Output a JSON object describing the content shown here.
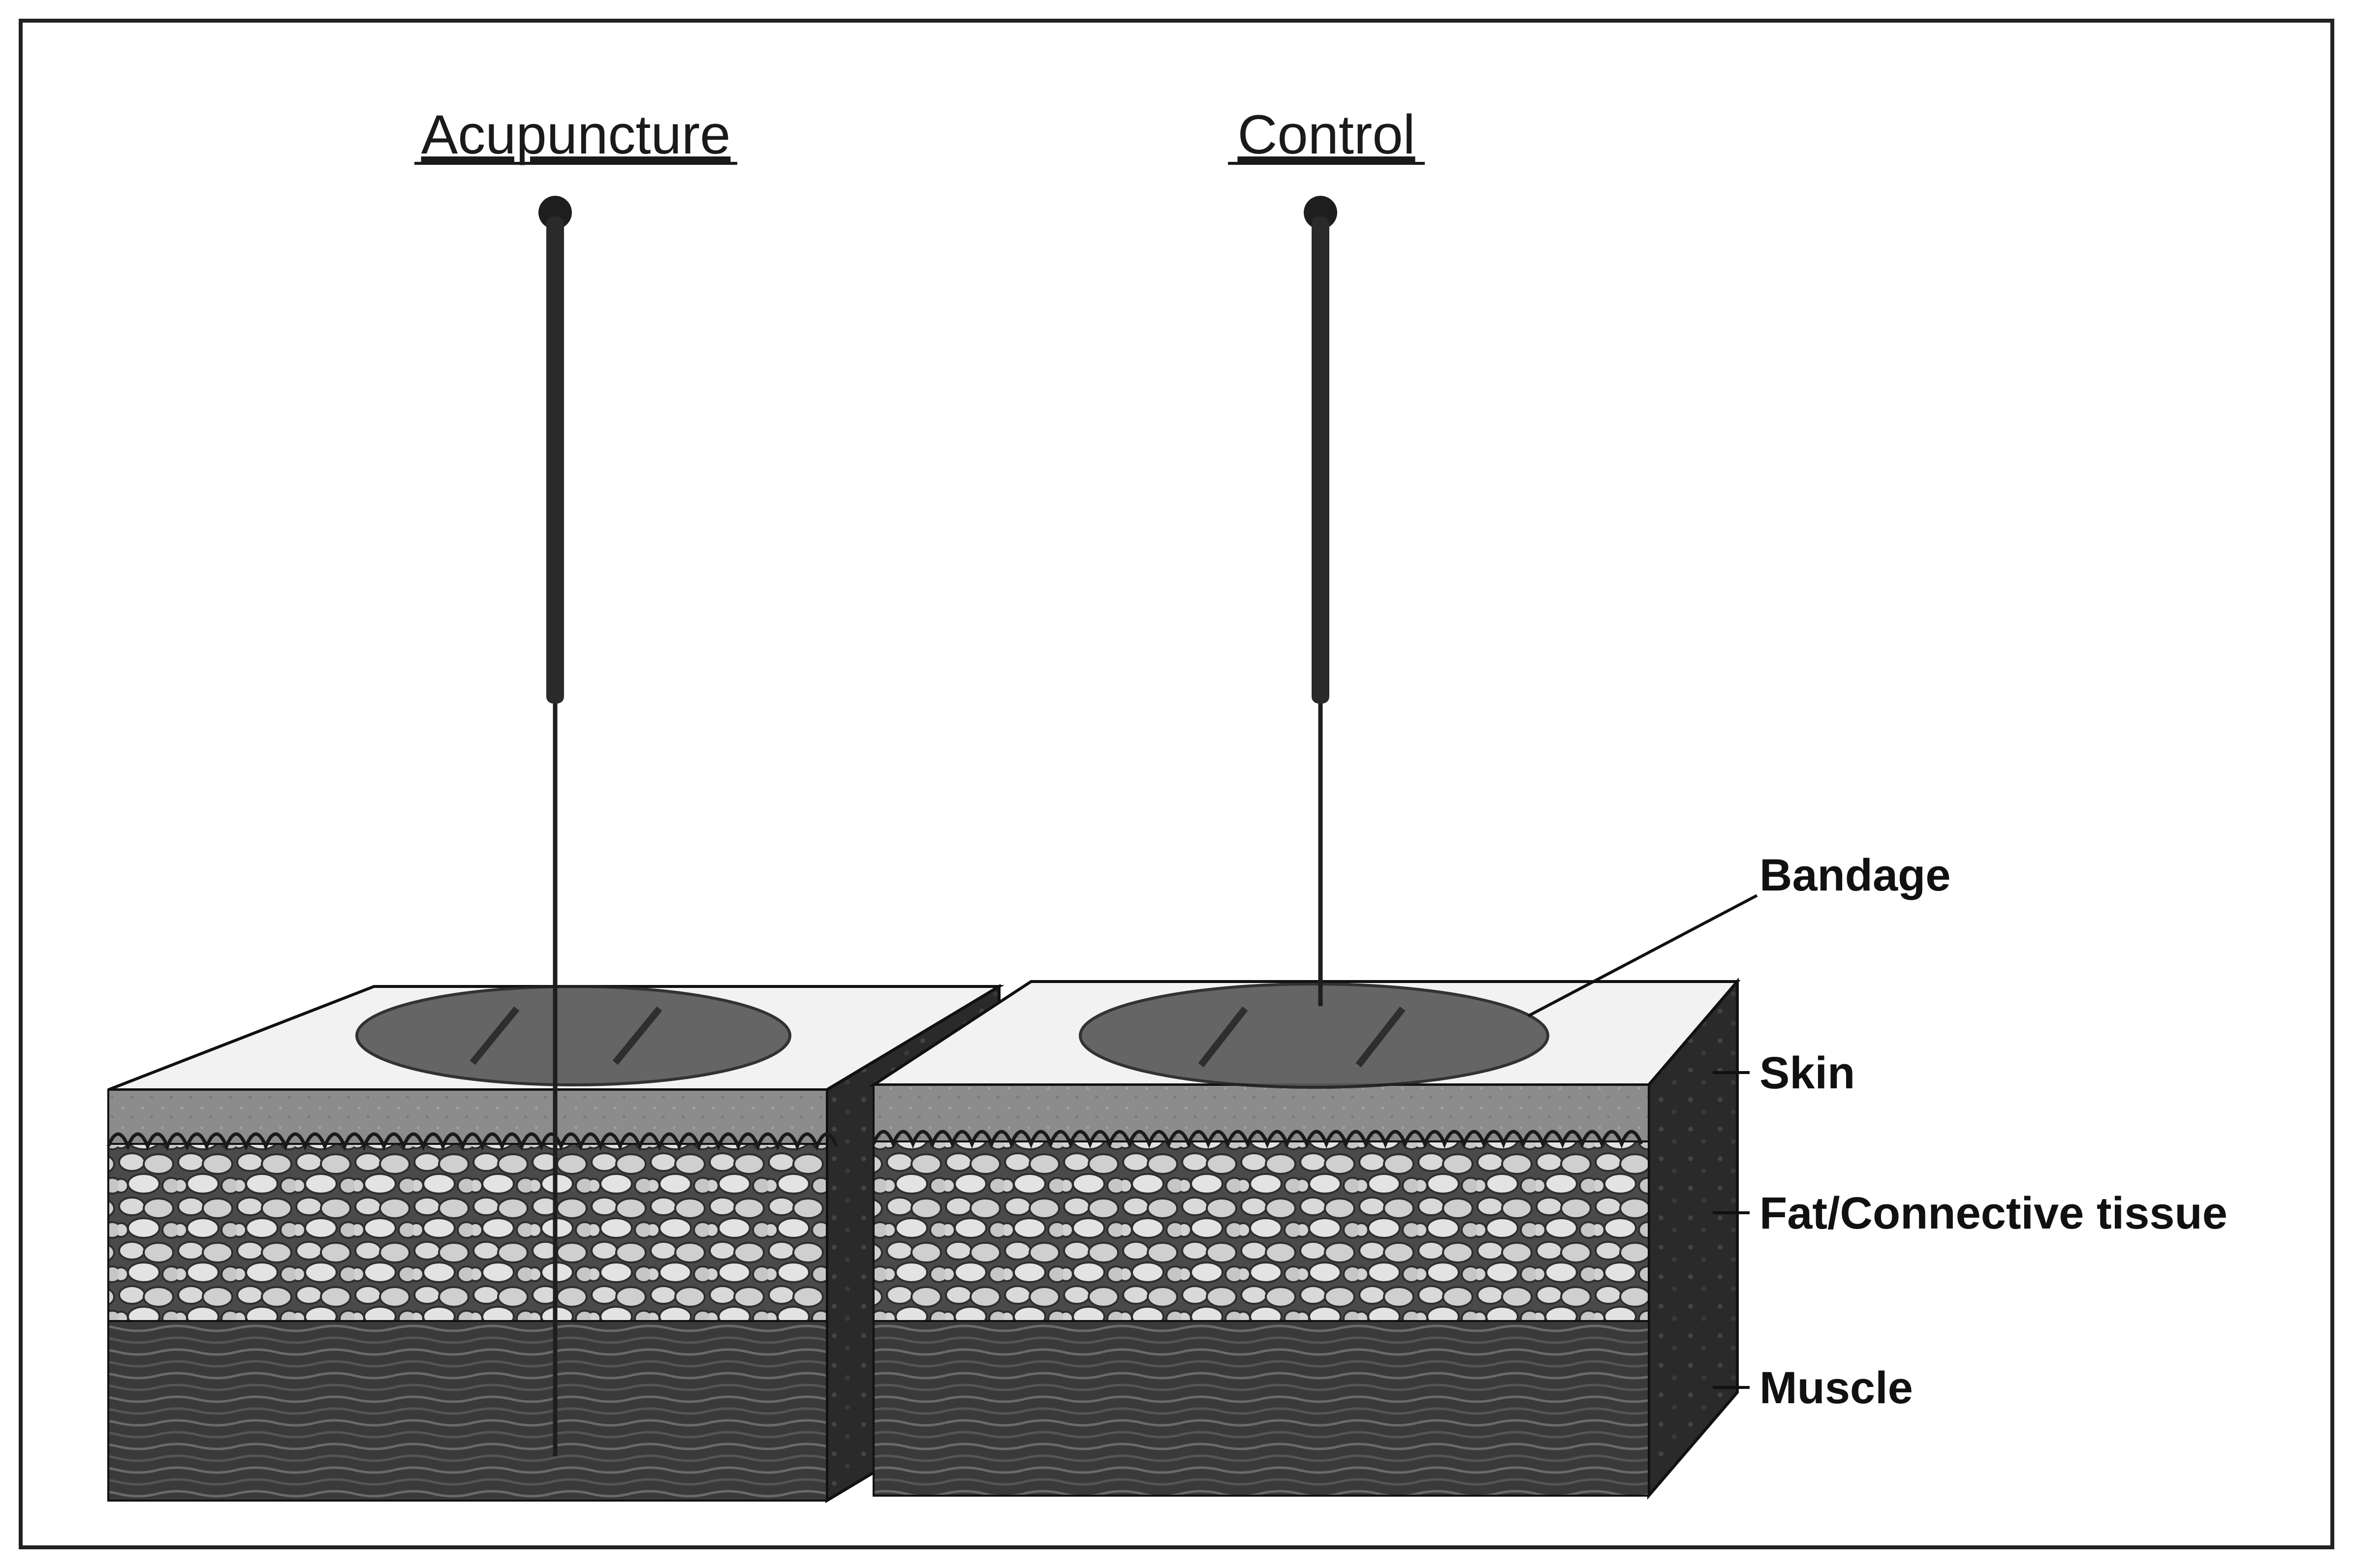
{
  "figure": {
    "panels": [
      {
        "id": "acupuncture",
        "title": "Acupuncture",
        "needle_penetrates": true
      },
      {
        "id": "control",
        "title": "Control",
        "needle_penetrates": false
      }
    ],
    "labels": {
      "bandage": "Bandage",
      "skin": "Skin",
      "fat": "Fat/Connective tissue",
      "muscle": "Muscle"
    },
    "colors": {
      "frame": "#222222",
      "top_surface": "#f2f2f2",
      "skin": "#8c8c8c",
      "fat_background": "#4a4a4a",
      "fat_cells": "#d9d9d9",
      "muscle": "#3a3a3a",
      "bandage": "#5a5a5a",
      "needle": "#1e1e1e"
    }
  }
}
